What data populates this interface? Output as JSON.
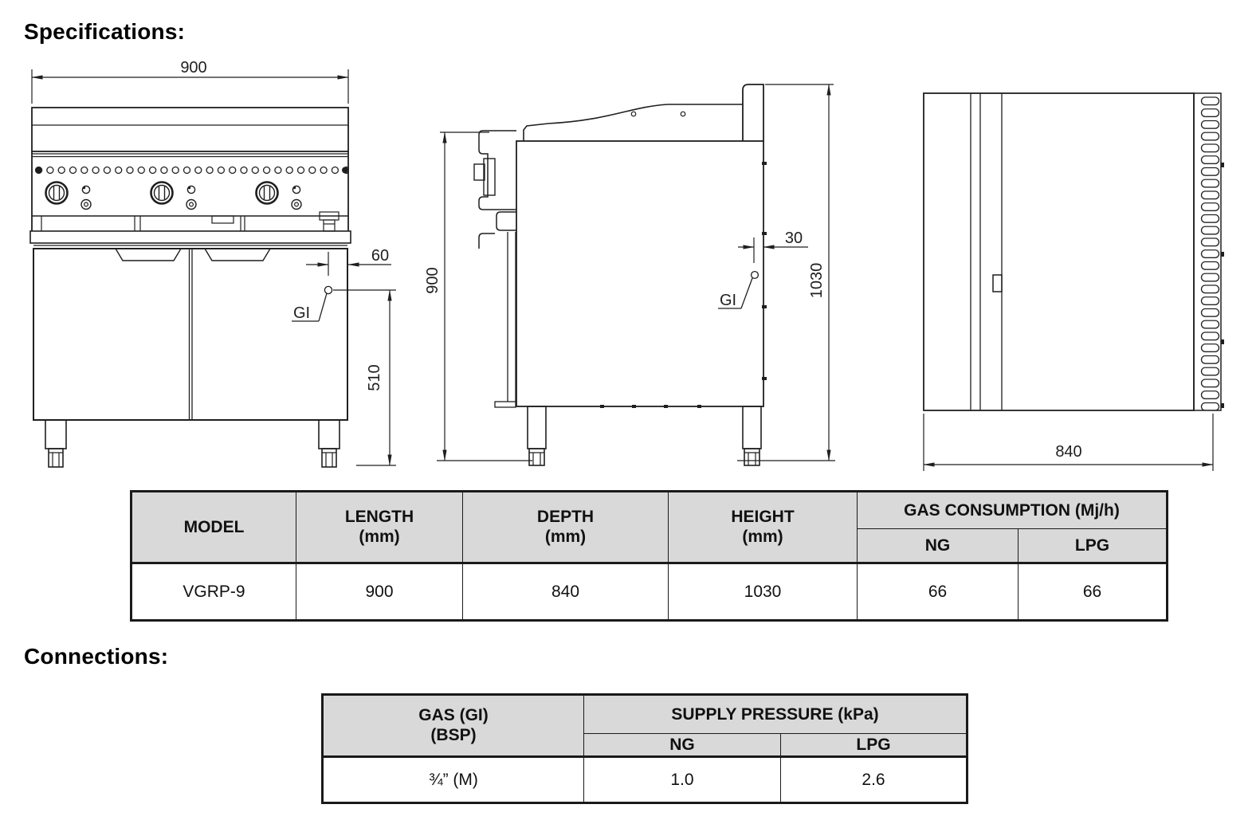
{
  "headings": {
    "specifications": "Specifications:",
    "connections": "Connections:"
  },
  "drawings": {
    "front_view": {
      "width_dim": "900",
      "gas_inlet_side_offset_dim": "60",
      "gas_inlet_height_dim": "510",
      "gas_inlet_label": "GI"
    },
    "side_view": {
      "front_height_dim": "900",
      "gas_inlet_rear_offset_dim": "30",
      "overall_height_dim": "1030",
      "gas_inlet_label": "GI"
    },
    "top_view": {
      "depth_dim": "840"
    }
  },
  "spec_table": {
    "headers": {
      "model": "MODEL",
      "length": "LENGTH",
      "depth": "DEPTH",
      "height": "HEIGHT",
      "unit": "(mm)",
      "gas_consumption": "GAS CONSUMPTION (Mj/h)",
      "ng": "NG",
      "lpg": "LPG"
    },
    "row": {
      "model": "VGRP-9",
      "length_mm": "900",
      "depth_mm": "840",
      "height_mm": "1030",
      "gas_ng": "66",
      "gas_lpg": "66"
    }
  },
  "connections_table": {
    "headers": {
      "gas_line1": "GAS (GI)",
      "gas_line2": "(BSP)",
      "supply_pressure": "SUPPLY PRESSURE (kPa)",
      "ng": "NG",
      "lpg": "LPG"
    },
    "row": {
      "gas_size": "¾” (M)",
      "ng_kpa": "1.0",
      "lpg_kpa": "2.6"
    }
  }
}
